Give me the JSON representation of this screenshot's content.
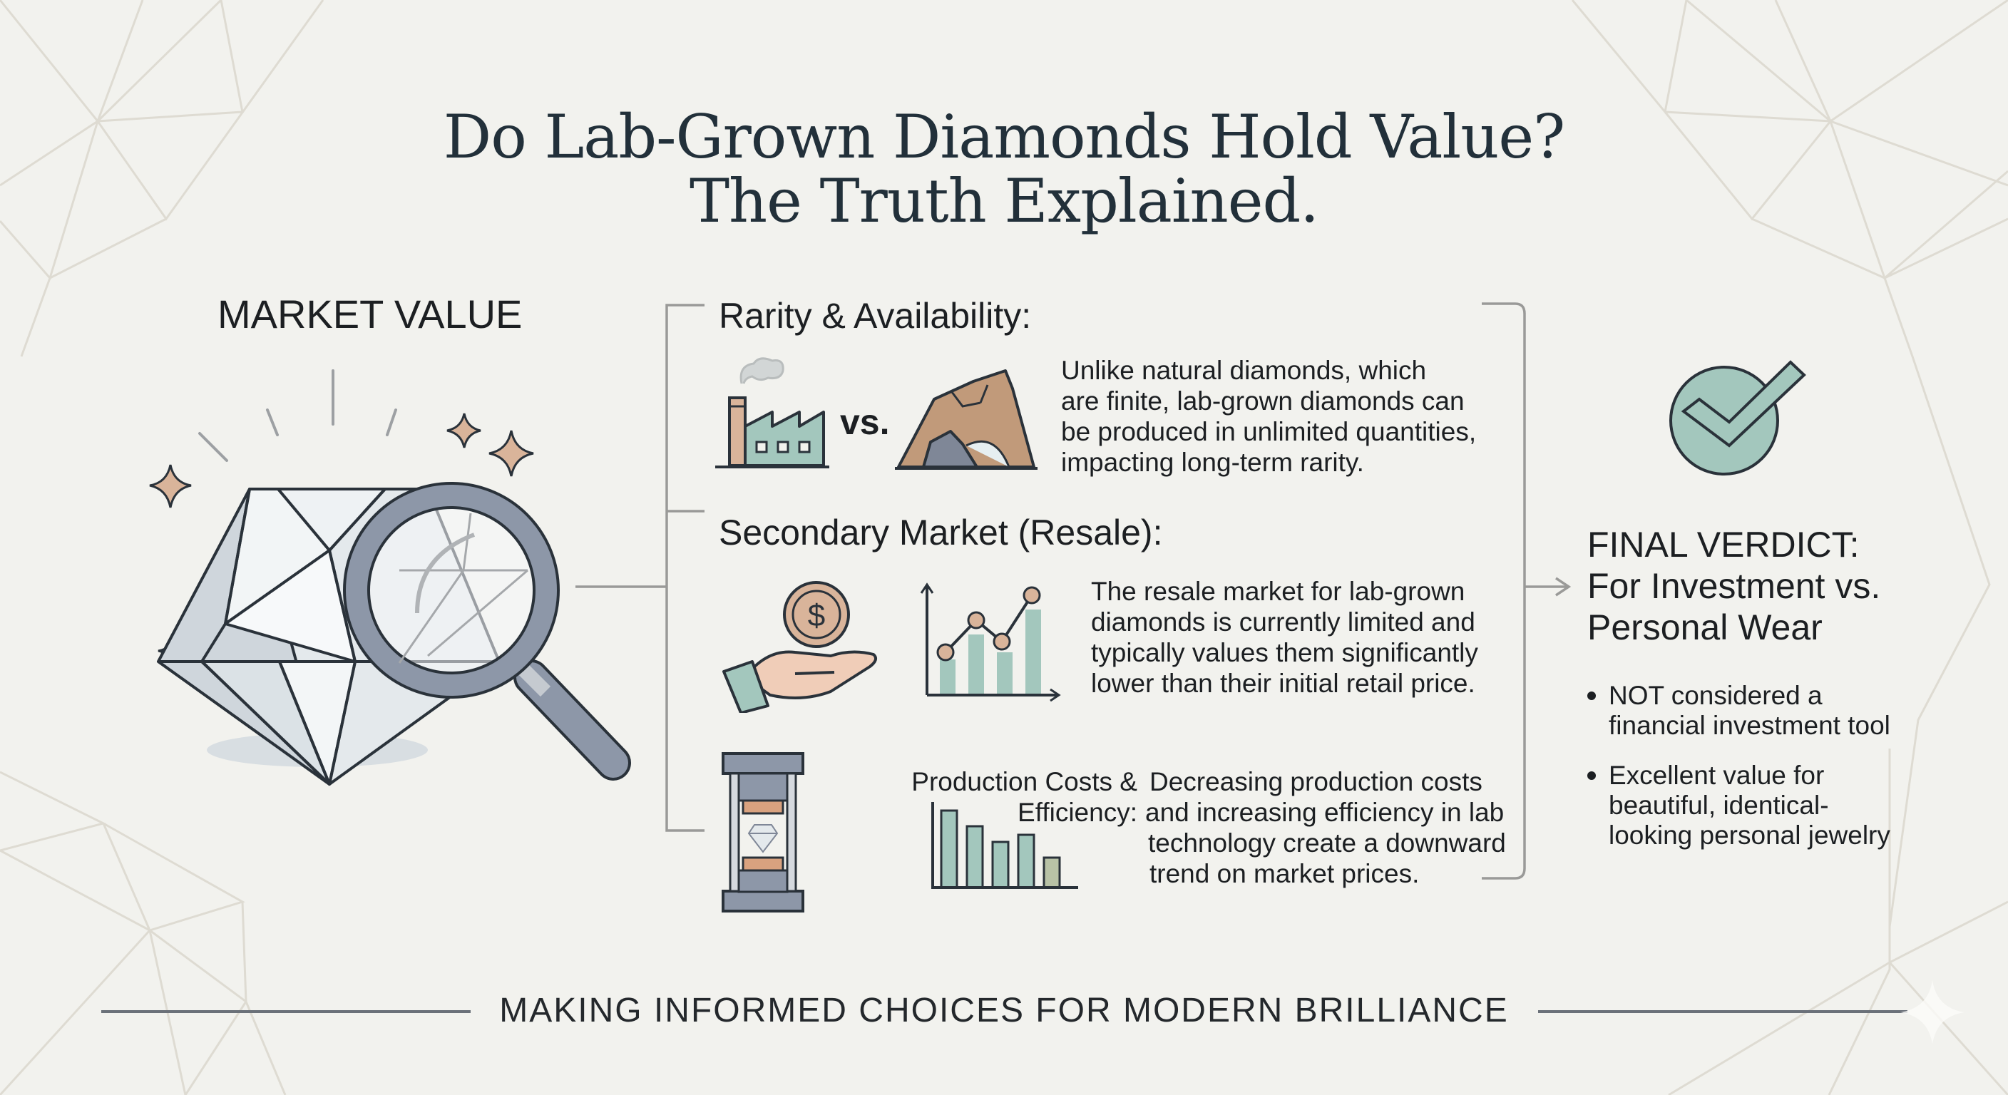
{
  "title": {
    "line1": "Do Lab-Grown Diamonds Hold Value?",
    "line2": "The Truth Explained."
  },
  "market_value": {
    "label": "MARKET VALUE",
    "icons": [
      "diamond-icon",
      "magnifying-glass-icon",
      "sparkle-icon"
    ]
  },
  "sections": [
    {
      "heading": "Rarity & Availability:",
      "icons": [
        "factory-icon",
        "mountain-mine-icon"
      ],
      "vs_label": "vs.",
      "body_lines": [
        "Unlike natural diamonds, which",
        "are finite, lab-grown diamonds can",
        "be produced in unlimited quantities,",
        "impacting long-term rarity."
      ]
    },
    {
      "heading": "Secondary Market (Resale):",
      "icons": [
        "hand-coin-icon",
        "bar-line-chart-icon"
      ],
      "body_lines": [
        "The resale market for lab-grown",
        "diamonds is currently limited and",
        "typically values them significantly",
        "lower than their initial retail price."
      ]
    },
    {
      "heading_lines": [
        "Production Costs &",
        "Efficiency:"
      ],
      "icons": [
        "diamond-press-icon",
        "declining-bar-chart-icon"
      ],
      "body_lines": [
        "Decreasing production costs",
        "and increasing efficiency in lab",
        "technology create a downward",
        "trend on market prices."
      ]
    }
  ],
  "verdict": {
    "icon": "check-circle-icon",
    "heading_lines": [
      "FINAL VERDICT:",
      "For Investment vs.",
      "Personal Wear"
    ],
    "bullets": [
      [
        "NOT considered a",
        "financial investment tool"
      ],
      [
        "Excellent value for",
        "beautiful, identical-",
        "looking personal jewelry"
      ]
    ]
  },
  "footer": {
    "tagline": "MAKING INFORMED CHOICES FOR MODERN BRILLIANCE"
  },
  "colors": {
    "background": "#f2f2ee",
    "text": "#1c1f22",
    "title": "#22303a",
    "sage": "#a3c7bd",
    "tan": "#d9b49a",
    "steel": "#8d97a8",
    "outline": "#2a323a",
    "connector": "#9a9a98"
  }
}
